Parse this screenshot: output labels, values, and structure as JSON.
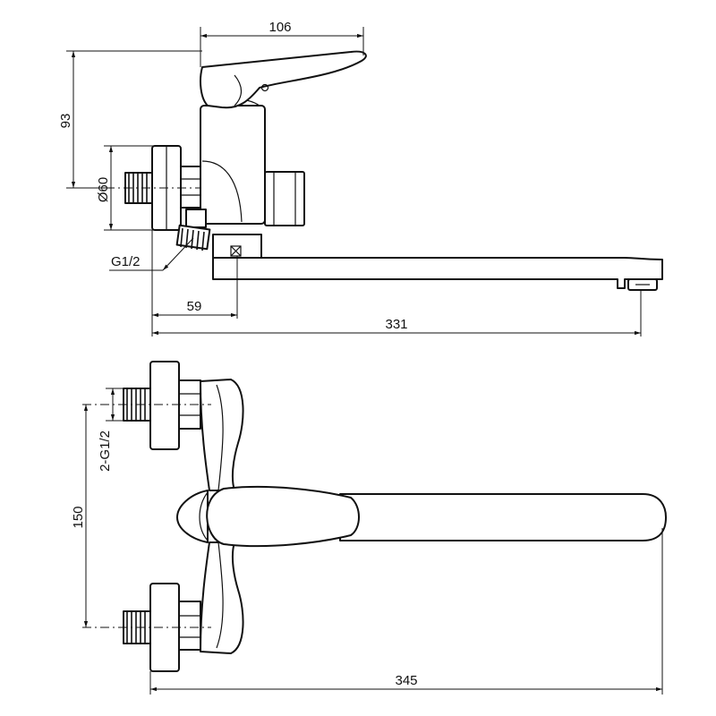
{
  "drawing": {
    "dimensions": {
      "d106": "106",
      "d93": "93",
      "d60": "Ø60",
      "g12": "G1/2",
      "d59": "59",
      "d331": "331",
      "d2g12": "2-G1/2",
      "d150": "150",
      "d345": "345"
    }
  }
}
